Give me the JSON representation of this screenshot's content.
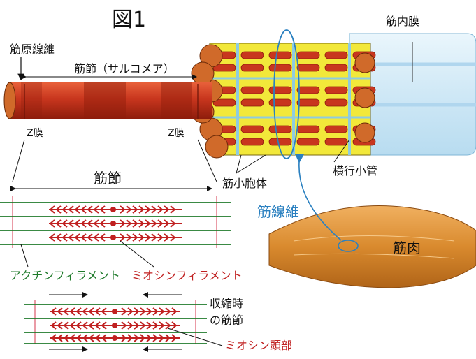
{
  "figure": {
    "title": "図1",
    "labels": {
      "myofibril": "筋原線維",
      "sarcomere_top": "筋節（サルコメア）",
      "z_membrane_left": "Z膜",
      "z_membrane_right": "Z膜",
      "endomysium": "筋内膜",
      "t_tubule": "横行小管",
      "sarcoplasmic_reticulum": "筋小胞体",
      "muscle_fiber": "筋線維",
      "muscle": "筋肉",
      "sarcomere_mid": "筋節",
      "actin_filament": "アクチンフィラメント",
      "myosin_filament": "ミオシンフィラメント",
      "contracted_line1": "収縮時",
      "contracted_line2": "の筋節",
      "myosin_head": "ミオシン頭部"
    },
    "colors": {
      "myofibril": "#c8361e",
      "myofibril_dark": "#8e1d0c",
      "reticulum": "#f2e83a",
      "t_tubule": "#8ecbe0",
      "endomysium": "#d4ecf8",
      "muscle": "#d98a2e",
      "actin": "#1e7a2a",
      "myosin": "#c02020",
      "muscle_fiber_label": "#2a80c0",
      "z_line": "#e07080"
    },
    "icons": [
      "arrow-icon",
      "double-arrow-icon"
    ]
  }
}
